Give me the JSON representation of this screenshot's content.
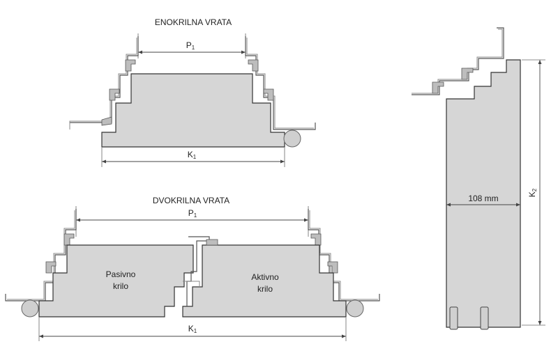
{
  "single_door": {
    "title": "ENOKRILNA VRATA",
    "dim_top": {
      "main": "P",
      "sub": "1"
    },
    "dim_bottom": {
      "main": "K",
      "sub": "1"
    }
  },
  "double_door": {
    "title": "DVOKRILNA VRATA",
    "dim_top": {
      "main": "P",
      "sub": "1"
    },
    "dim_bottom": {
      "main": "K",
      "sub": "1"
    },
    "passive_leaf": [
      "Pasivno",
      "krilo"
    ],
    "active_leaf": [
      "Aktivno",
      "krilo"
    ]
  },
  "side_section": {
    "thickness": "108 mm",
    "height_dim": {
      "main": "K",
      "sub": "2"
    }
  }
}
